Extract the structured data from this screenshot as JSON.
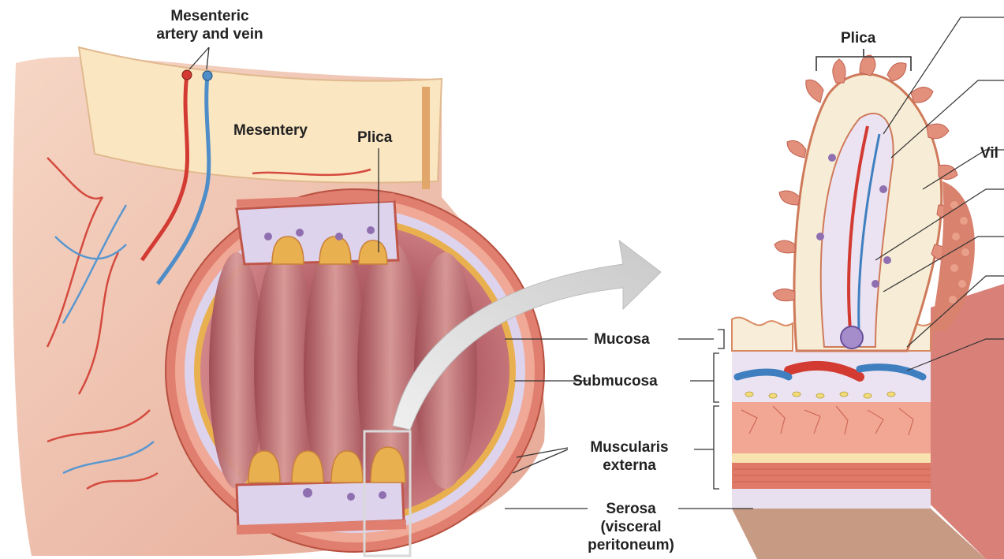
{
  "labels": {
    "mesenteric_vessels_line1": "Mesenteric",
    "mesenteric_vessels_line2": "artery and vein",
    "mesentery": "Mesentery",
    "plica_left": "Plica",
    "plica_right": "Plica",
    "villi_partial": "Vil",
    "mucosa": "Mucosa",
    "submucosa": "Submucosa",
    "muscularis_line1": "Muscularis",
    "muscularis_line2": "externa",
    "serosa_line1": "Serosa",
    "serosa_line2": "(visceral",
    "serosa_line3": "peritoneum)"
  },
  "colors": {
    "outer_wall": "#f2c3ad",
    "mesentery": "#fbe6c2",
    "lumen_fold": "#b5636a",
    "muscle": "#e08a7a",
    "submucosa": "#ddd3ec",
    "artery": "#d23a32",
    "vein": "#3f7fc0",
    "villus_edge": "#d98a62",
    "arrow": "#d8d8d8"
  }
}
